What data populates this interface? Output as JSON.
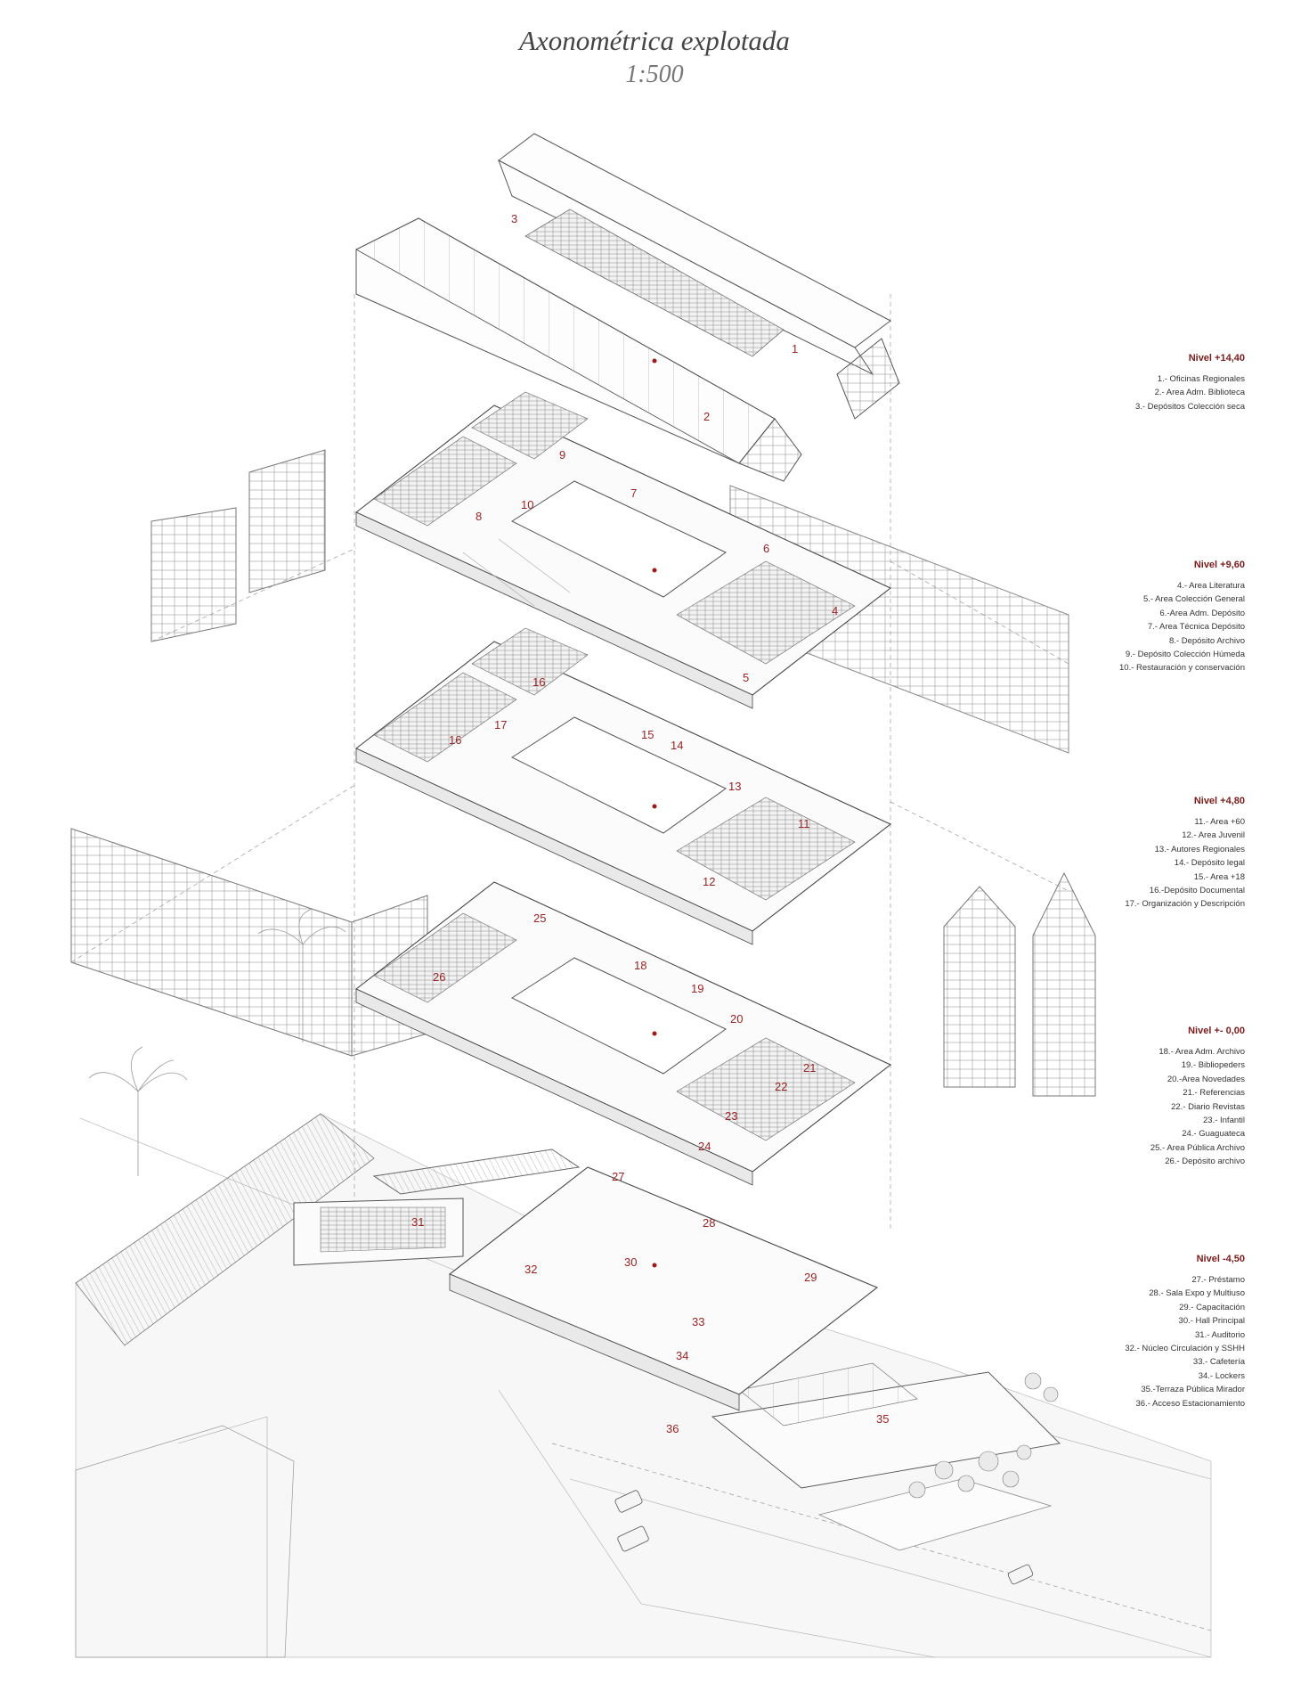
{
  "title": "Axonométrica explotada",
  "scale": "1:500",
  "accent_color": "#9a2424",
  "levels": [
    {
      "id": "n1440",
      "heading": "Nivel +14,40",
      "items": [
        "1.- Oficinas Regionales",
        "2.- Area Adm. Biblioteca",
        "3.- Depósitos Colección seca"
      ]
    },
    {
      "id": "n960",
      "heading": "Nivel +9,60",
      "items": [
        "4.- Area Literatura",
        "5.- Area Colección General",
        "6.-Area Adm. Depósito",
        "7.- Area Técnica Depósito",
        "8.- Depósito Archivo",
        "9.- Depósito Colección Húmeda",
        "10.- Restauración y conservación"
      ]
    },
    {
      "id": "n480",
      "heading": "Nivel +4,80",
      "items": [
        "11.- Area +60",
        "12.- Area Juvenil",
        "13.- Autores Regionales",
        "14.- Depósito legal",
        "15.- Area +18",
        "16.-Depósito Documental",
        "17.- Organización y Descripción"
      ]
    },
    {
      "id": "n000",
      "heading": "Nivel +- 0,00",
      "items": [
        "18.- Area Adm. Archivo",
        "19.- Bibliореders",
        "20.-Area Novedades",
        "21.- Referencias",
        "22.- Diario Revistas",
        "23.- Infantil",
        "24.- Guaguateca",
        "25.- Area Pública Archivo",
        "26.- Depósito archivo"
      ]
    },
    {
      "id": "n450",
      "heading": "Nivel -4,50",
      "items": [
        "27.- Préstamo",
        "28.- Sala Expo y Multiuso",
        "29.- Capacitación",
        "30.- Hall Principal",
        "31.- Auditorio",
        "32.- Núcleo Circulación y SSHH",
        "33.- Cafetería",
        "34.- Lockers",
        "35.-Terraza Pública Mirador",
        "36.- Acceso Estacionamiento"
      ]
    }
  ],
  "plan_labels": [
    "1",
    "2",
    "3",
    "4",
    "5",
    "6",
    "7",
    "8",
    "9",
    "10",
    "11",
    "12",
    "13",
    "14",
    "15",
    "16",
    "16",
    "17",
    "18",
    "19",
    "20",
    "21",
    "22",
    "23",
    "24",
    "25",
    "26",
    "27",
    "28",
    "29",
    "30",
    "31",
    "32",
    "33",
    "34",
    "35",
    "36"
  ]
}
